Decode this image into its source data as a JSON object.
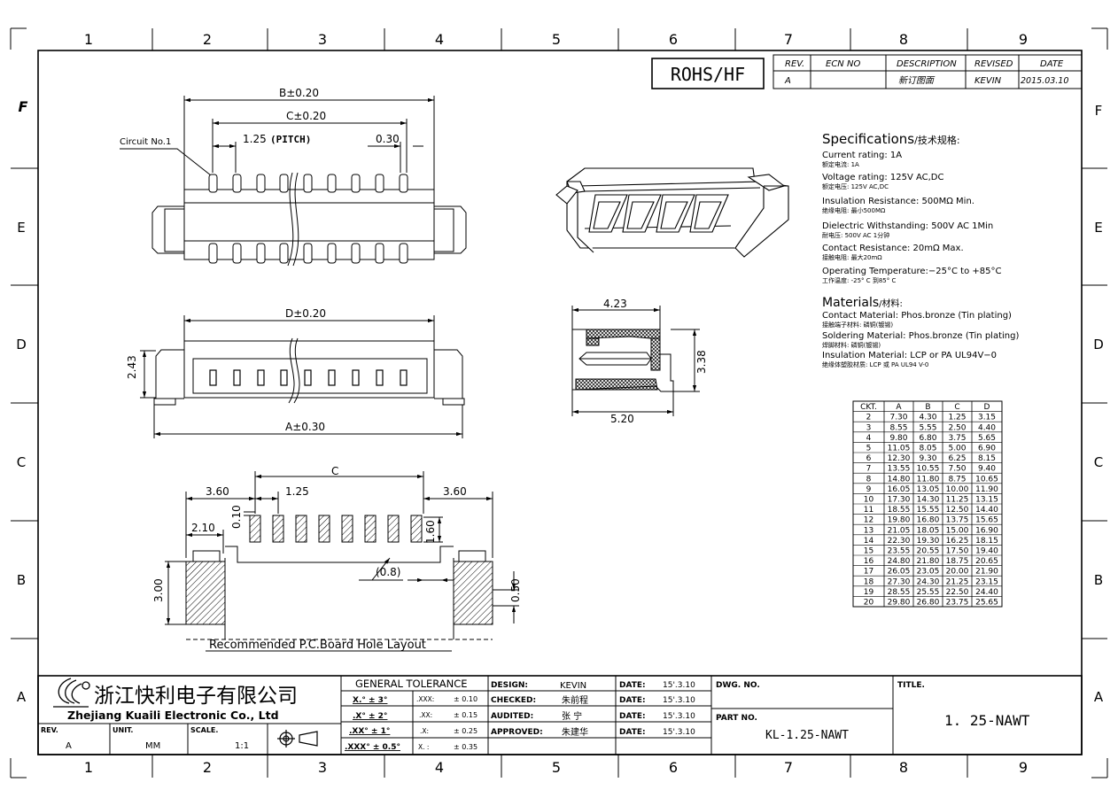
{
  "frame": {
    "zone_numbers": [
      "1",
      "2",
      "3",
      "4",
      "5",
      "6",
      "7",
      "8",
      "9"
    ],
    "zone_letters": [
      "F",
      "E",
      "D",
      "C",
      "B",
      "A"
    ]
  },
  "rohs_label": "ROHS/HF",
  "revision_table": {
    "headers": [
      "REV.",
      "ECN NO",
      "DESCRIPTION",
      "REVISED",
      "DATE"
    ],
    "row": [
      "A",
      "",
      "新订图面",
      "KEVIN",
      "2015.03.10"
    ]
  },
  "top_view": {
    "dim_b": "B±0.20",
    "dim_c": "C±0.20",
    "pitch_value": "1.25",
    "pitch_word": "(PITCH)",
    "pin_width": "0.30",
    "circuit_label": "Circuit No.1"
  },
  "front_view": {
    "dim_d": "D±0.20",
    "dim_a": "A±0.30",
    "height": "2.43"
  },
  "side_view": {
    "width_top": "4.23",
    "width_bottom": "5.20",
    "height": "3.38"
  },
  "pcb_layout": {
    "dim_c": "C",
    "left_margin": "3.60",
    "right_margin": "3.60",
    "pitch": "1.25",
    "offset": "2.10",
    "pad_gap": "0.10",
    "pad_length": "1.60",
    "spacing": "(0.8)",
    "mount_height": "3.00",
    "slot": "0.50",
    "caption": "Recommended P.C.Board Hole Layout"
  },
  "specifications": {
    "heading": "Specifications",
    "heading_cn": "/技术规格:",
    "items": [
      {
        "en": "Current rating: 1A",
        "cn": "额定电流: 1A"
      },
      {
        "en": "Voltage rating: 125V AC,DC",
        "cn": "额定电压: 125V AC,DC"
      },
      {
        "en": "Insulation Resistance: 500MΩ Min.",
        "cn": "绝缘电阻: 最小500MΩ"
      },
      {
        "en": "Dielectric Withstanding: 500V AC 1Min",
        "cn": "耐电压: 500V AC 1分钟"
      },
      {
        "en": "Contact Resistance: 20mΩ Max.",
        "cn": "接触电阻: 最大20mΩ"
      },
      {
        "en": "Operating Temperature:−25°C to +85°C",
        "cn": "工作温度: -25° C 到85° C"
      }
    ]
  },
  "materials": {
    "heading": "Materials",
    "heading_cn": "/材料:",
    "items": [
      {
        "en": "Contact Material: Phos.bronze (Tin plating)",
        "cn": "接触端子材料: 磷铜(镀锡)"
      },
      {
        "en": "Soldering Material: Phos.bronze (Tin plating)",
        "cn": "焊脚材料: 磷铜(镀锡)"
      },
      {
        "en": "Insulation Material: LCP or PA UL94V−0",
        "cn": "绝缘体塑胶材质: LCP 或 PA UL94 V-0"
      }
    ]
  },
  "ckt_table": {
    "headers": [
      "CKT.",
      "A",
      "B",
      "C",
      "D"
    ],
    "rows": [
      [
        "2",
        "7.30",
        "4.30",
        "1.25",
        "3.15"
      ],
      [
        "3",
        "8.55",
        "5.55",
        "2.50",
        "4.40"
      ],
      [
        "4",
        "9.80",
        "6.80",
        "3.75",
        "5.65"
      ],
      [
        "5",
        "11.05",
        "8.05",
        "5.00",
        "6.90"
      ],
      [
        "6",
        "12.30",
        "9.30",
        "6.25",
        "8.15"
      ],
      [
        "7",
        "13.55",
        "10.55",
        "7.50",
        "9.40"
      ],
      [
        "8",
        "14.80",
        "11.80",
        "8.75",
        "10.65"
      ],
      [
        "9",
        "16.05",
        "13.05",
        "10.00",
        "11.90"
      ],
      [
        "10",
        "17.30",
        "14.30",
        "11.25",
        "13.15"
      ],
      [
        "11",
        "18.55",
        "15.55",
        "12.50",
        "14.40"
      ],
      [
        "12",
        "19.80",
        "16.80",
        "13.75",
        "15.65"
      ],
      [
        "13",
        "21.05",
        "18.05",
        "15.00",
        "16.90"
      ],
      [
        "14",
        "22.30",
        "19.30",
        "16.25",
        "18.15"
      ],
      [
        "15",
        "23.55",
        "20.55",
        "17.50",
        "19.40"
      ],
      [
        "16",
        "24.80",
        "21.80",
        "18.75",
        "20.65"
      ],
      [
        "17",
        "26.05",
        "23.05",
        "20.00",
        "21.90"
      ],
      [
        "18",
        "27.30",
        "24.30",
        "21.25",
        "23.15"
      ],
      [
        "19",
        "28.55",
        "25.55",
        "22.50",
        "24.40"
      ],
      [
        "20",
        "29.80",
        "26.80",
        "23.75",
        "25.65"
      ]
    ]
  },
  "title_block": {
    "company_cn": "浙江快利电子有限公司",
    "company_en": "Zhejiang Kuaili Electronic Co., Ltd",
    "rev_label": "REV.",
    "rev_value": "A",
    "unit_label": "UNIT.",
    "unit_value": "MM",
    "scale_label": "SCALE.",
    "scale_value": "1:1",
    "tolerance_title": "GENERAL TOLERANCE",
    "angle_tol": [
      "X.° ± 3°",
      ".X° ± 2°",
      ".XX° ± 1°",
      ".XXX° ± 0.5°"
    ],
    "linear_tol": [
      {
        "k": ".XXX:",
        "v": "± 0.10"
      },
      {
        "k": ".XX:",
        "v": "± 0.15"
      },
      {
        "k": ".X:",
        "v": "± 0.25"
      },
      {
        "k": "X. :",
        "v": "± 0.35"
      }
    ],
    "signoffs": [
      {
        "role": "DESIGN:",
        "name": "KEVIN",
        "date_label": "DATE:",
        "date": "15'.3.10"
      },
      {
        "role": "CHECKED:",
        "name": "朱前程",
        "date_label": "DATE:",
        "date": "15'.3.10"
      },
      {
        "role": "AUDITED:",
        "name": "张 宁",
        "date_label": "DATE:",
        "date": "15'.3.10"
      },
      {
        "role": "APPROVED:",
        "name": "朱建华",
        "date_label": "DATE:",
        "date": "15'.3.10"
      }
    ],
    "dwg_no_label": "DWG. NO.",
    "part_no_label": "PART NO.",
    "part_no": "KL-1.25-NAWT",
    "title_label": "TITLE.",
    "title": "1. 25-NAWT"
  }
}
